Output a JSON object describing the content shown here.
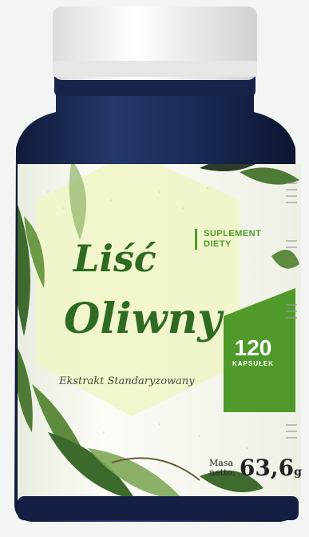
{
  "product": {
    "supplement_line1": "SUPLEMENT",
    "supplement_line2": "DIETY",
    "title_line1": "Liść",
    "title_line2": "Oliwny",
    "subtitle": "Ekstrakt Standaryzowany",
    "count_value": "120",
    "count_unit": "KAPSUŁEK",
    "mass_label_line1": "Masa",
    "mass_label_line2": "netto:",
    "mass_value": "63,6",
    "mass_unit": "g"
  },
  "colors": {
    "background": "#f3f4f4",
    "cap": "#ffffff",
    "bottle": "#1a2a4f",
    "label": "#f7f9ee",
    "hexagon": "#f0f5c8",
    "accent_green": "#4f9a2a",
    "title_green": "#2f6a22"
  }
}
